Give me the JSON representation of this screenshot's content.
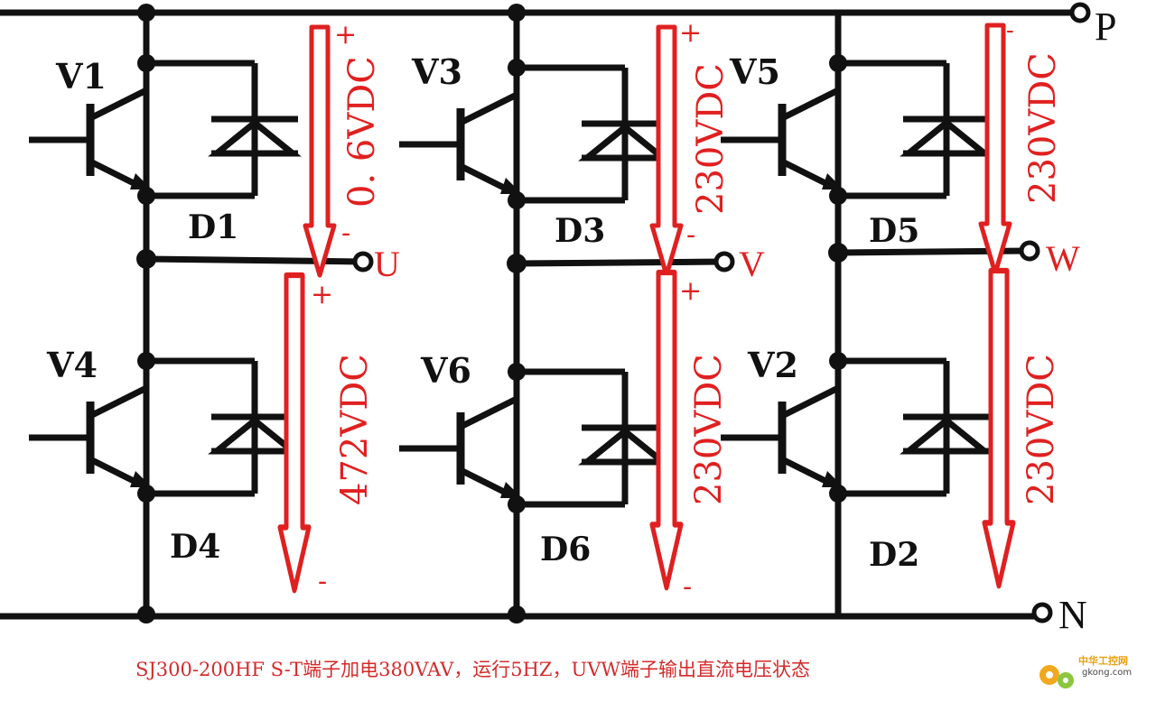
{
  "terminals": {
    "P": "P",
    "N": "N",
    "U": "U",
    "V": "V",
    "W": "W"
  },
  "switches": {
    "V1": "V1",
    "V3": "V3",
    "V5": "V5",
    "V4": "V4",
    "V6": "V6",
    "V2": "V2"
  },
  "diodes": {
    "D1": "D1",
    "D3": "D3",
    "D5": "D5",
    "D4": "D4",
    "D6": "D6",
    "D2": "D2"
  },
  "voltages": {
    "v1": "0. 6VDC",
    "v3": "230VDC",
    "v5": "230VDC",
    "v4": "472VDC",
    "v6": "230VDC",
    "v2": "230VDC"
  },
  "polarity": {
    "plus": "+",
    "minus": "-"
  },
  "caption": "SJ300-200HF S-T端子加电380VAV，运行5HZ，UVW端子输出直流电压状态",
  "watermark": {
    "name": "中华工控网",
    "url": "gkong.com"
  },
  "colors": {
    "wire": "#111111",
    "annotation": "#e02020",
    "caption": "#d42a2a"
  }
}
